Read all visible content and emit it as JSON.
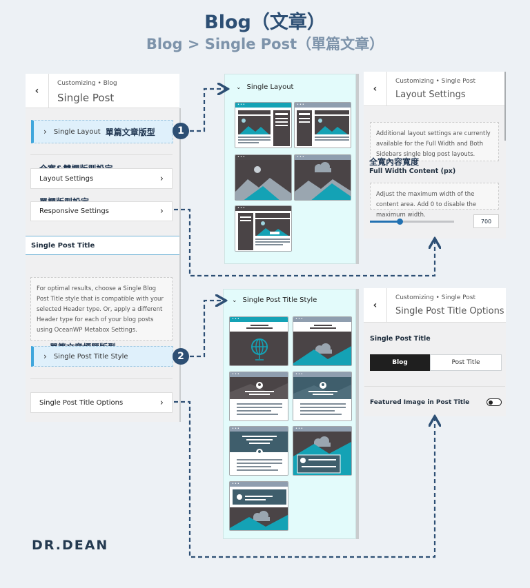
{
  "header": {
    "title": "Blog（文章）",
    "subtitle": "Blog > Single Post（單篇文章）"
  },
  "left_panel": {
    "crumb": "Customizing  •  Blog",
    "title": "Single Post",
    "single_layout_label": "Single Layout",
    "single_layout_zh": "單篇文章版型",
    "layout_settings_zh": "全寬&雙欄版型設定",
    "layout_settings_label": "Layout Settings",
    "responsive_zh": "單欄版型設定",
    "responsive_label": "Responsive Settings",
    "section_title": "Single Post Title",
    "note": "For optimal results, choose a Single Blog Post Title style that is compatible with your selected Header type. Or, apply a different Header type for each of your blog posts using OceanWP Metabox Settings.",
    "title_style_zh": "單篇文章標題版型",
    "title_style_label": "Single Post Title Style",
    "title_options_label": "Single Post Title Options"
  },
  "layout_panel": {
    "title": "Single Layout"
  },
  "title_style_panel": {
    "title": "Single Post Title Style"
  },
  "settings_panel": {
    "crumb": "Customizing  •  Single Post",
    "title": "Layout Settings",
    "note": "Additional layout settings are currently available for the Full Width and Both Sidebars single blog post layouts.",
    "width_zh": "全寬內容寬度",
    "width_label": "Full Width Content (px)",
    "width_note": "Adjust the maximum width of the content area. Add 0 to disable the maximum width.",
    "width_value": "700",
    "slider_fraction": 0.35
  },
  "options_panel": {
    "crumb": "Customizing  •  Single Post",
    "title": "Single Post Title Options",
    "field_label": "Single Post Title",
    "options": [
      "Blog",
      "Post Title"
    ],
    "featured_label": "Featured Image in Post Title"
  },
  "badges": [
    "1",
    "2"
  ],
  "brand": "DR.DEAN",
  "colors": {
    "accent": "#2d4f74",
    "teal": "#14a2b5",
    "selection": "#dff0fb",
    "stage": "#e3fbfb"
  }
}
